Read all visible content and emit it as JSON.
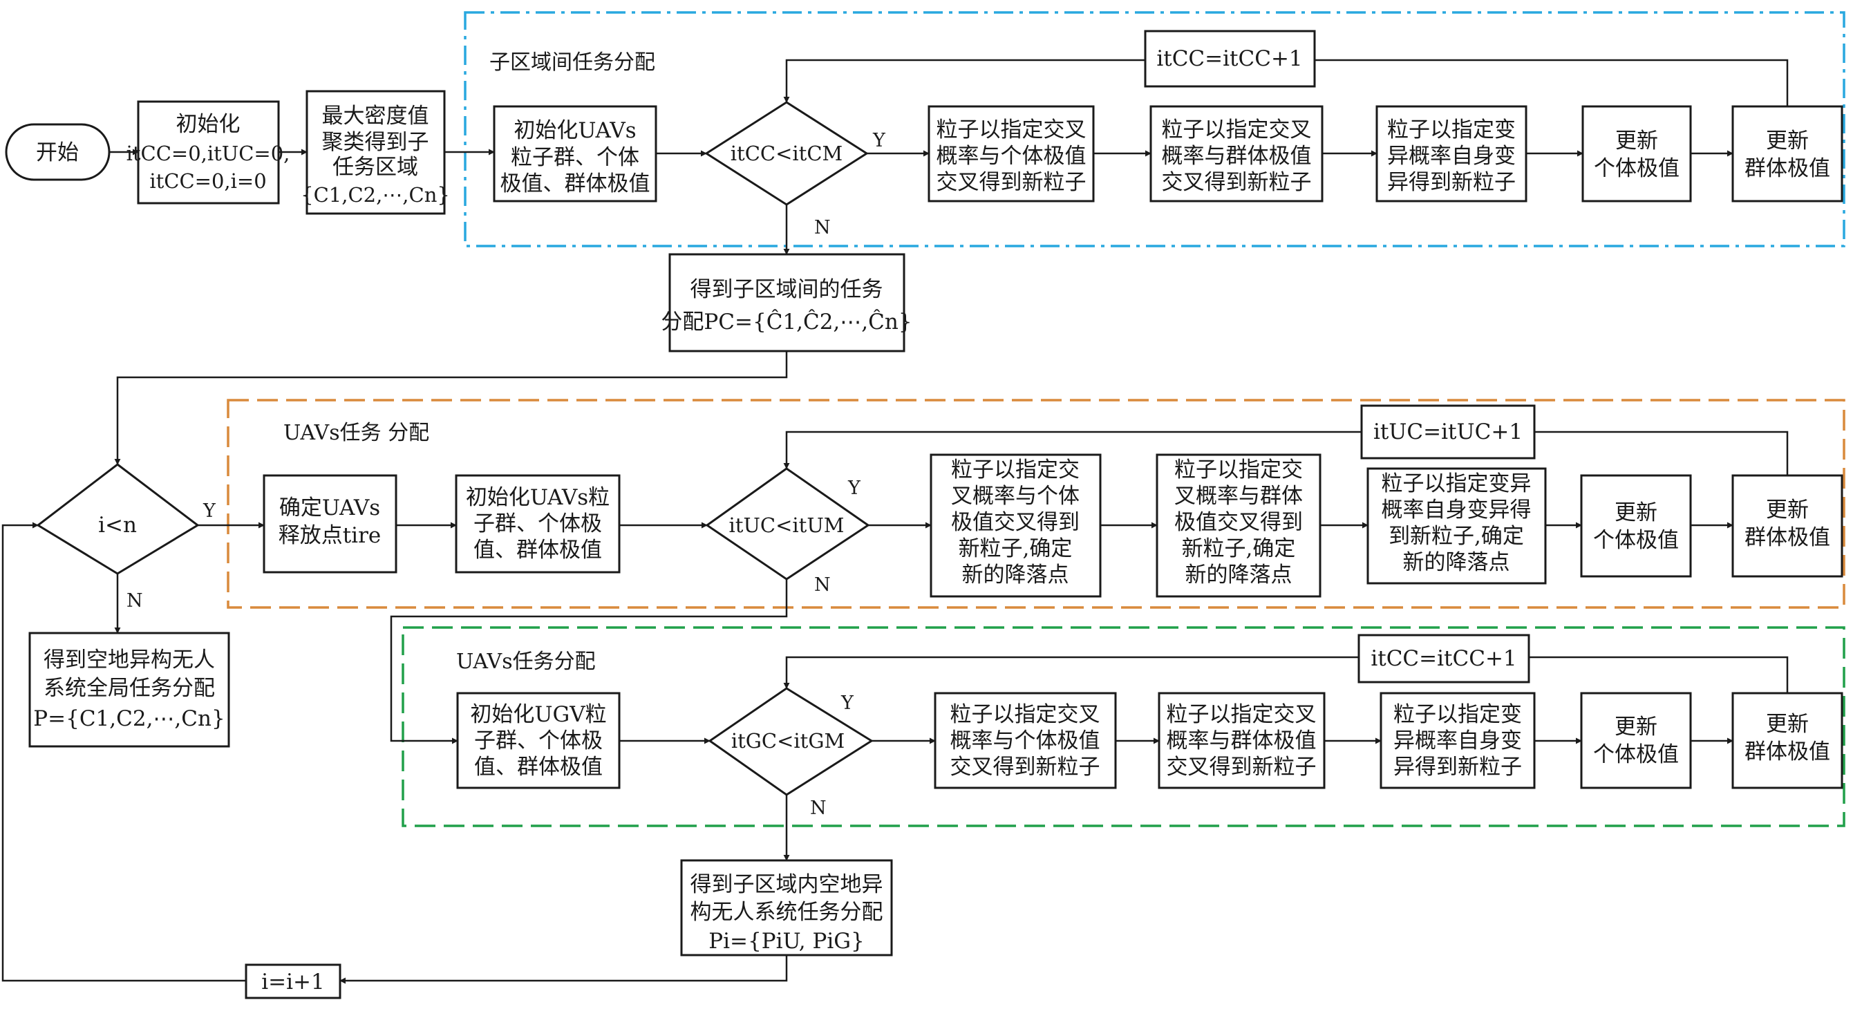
{
  "colors": {
    "region_blue": "#29a8df",
    "region_orange": "#d98a3c",
    "region_green": "#21a04a",
    "ink": "#1a1a1a"
  },
  "regions": {
    "r1": "子区域间任务分配",
    "r2": "UAVs任务 分配",
    "r3": "UAVs任务分配"
  },
  "start": "开始",
  "init": [
    "初始化",
    "itCC=0,itUC=0,",
    "itCC=0,i=0"
  ],
  "cluster": [
    "最大密度值",
    "聚类得到子",
    "任务区域",
    "{C1,C2,⋯,Cn}"
  ],
  "row1": {
    "init": [
      "初始化UAVs",
      "粒子群、个体",
      "极值、群体极值"
    ],
    "cond": "itCC<itCM",
    "loop": "itCC=itCC+1",
    "steps": [
      [
        "粒子以指定交叉",
        "概率与个体极值",
        "交叉得到新粒子"
      ],
      [
        "粒子以指定交叉",
        "概率与群体极值",
        "交叉得到新粒子"
      ],
      [
        "粒子以指定变",
        "异概率自身变",
        "异得到新粒子"
      ],
      [
        "更新",
        "个体极值"
      ],
      [
        "更新",
        "群体极值"
      ]
    ],
    "result": [
      "得到子区域间的任务",
      "分配PC={Ĉ1,Ĉ2,⋯,Ĉn}"
    ]
  },
  "outer": {
    "cond": "i<n",
    "final": [
      "得到空地异构无人",
      "系统全局任务分配",
      "P={C1,C2,⋯,Cn}"
    ],
    "incr": "i=i+1"
  },
  "row2": {
    "release": [
      "确定UAVs",
      "释放点tire"
    ],
    "init": [
      "初始化UAVs粒",
      "子群、个体极",
      "值、群体极值"
    ],
    "cond": "itUC<itUM",
    "loop": "itUC=itUC+1",
    "steps": [
      [
        "粒子以指定交",
        "叉概率与个体",
        "极值交叉得到",
        "新粒子,确定",
        "新的降落点"
      ],
      [
        "粒子以指定交",
        "叉概率与群体",
        "极值交叉得到",
        "新粒子,确定",
        "新的降落点"
      ],
      [
        "粒子以指定变异",
        "概率自身变异得",
        "到新粒子,确定",
        "新的降落点"
      ],
      [
        "更新",
        "个体极值"
      ],
      [
        "更新",
        "群体极值"
      ]
    ]
  },
  "row3": {
    "init": [
      "初始化UGV粒",
      "子群、个体极",
      "值、群体极值"
    ],
    "cond": "itGC<itGM",
    "loop": "itCC=itCC+1",
    "steps": [
      [
        "粒子以指定交叉",
        "概率与个体极值",
        "交叉得到新粒子"
      ],
      [
        "粒子以指定交叉",
        "概率与群体极值",
        "交叉得到新粒子"
      ],
      [
        "粒子以指定变",
        "异概率自身变",
        "异得到新粒子"
      ],
      [
        "更新",
        "个体极值"
      ],
      [
        "更新",
        "群体极值"
      ]
    ],
    "result": [
      "得到子区域内空地异",
      "构无人系统任务分配",
      "Pi={PiU,  PiG}"
    ]
  },
  "yes": "Y",
  "no": "N"
}
